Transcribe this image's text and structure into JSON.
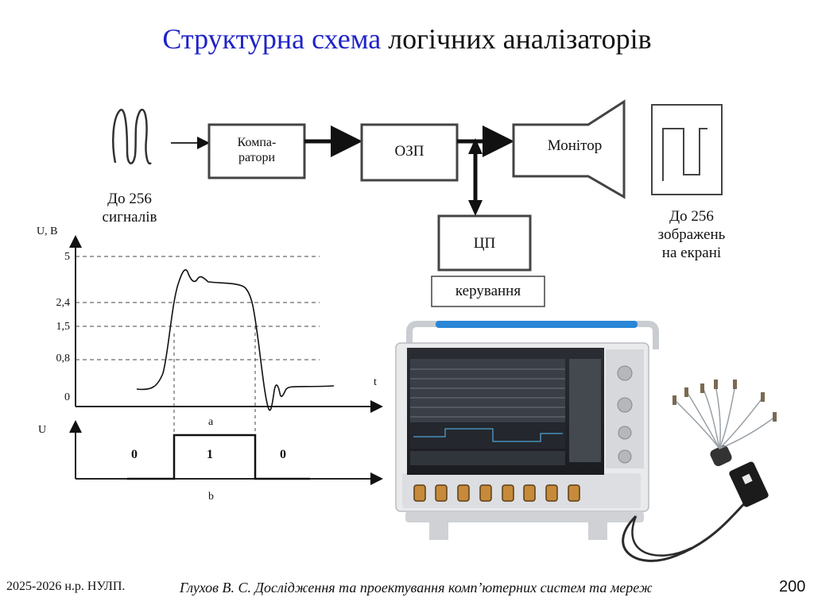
{
  "slide": {
    "title_part1": "Структурна схема",
    "title_part2": "логічних аналізаторів",
    "page_number": "200"
  },
  "block_diagram": {
    "inputs_caption": [
      "До 256",
      "сигналів"
    ],
    "comparators": [
      "Компа-",
      "ратори"
    ],
    "ram": "ОЗП",
    "monitor": "Монітор",
    "cpu": "ЦП",
    "control": "керування",
    "screen_caption": [
      "До 256",
      "зображень",
      "на екрані"
    ]
  },
  "waveform": {
    "y_axis_label": "U, В",
    "y_ticks": [
      "5",
      "2,4",
      "1,5",
      "0,8",
      "0"
    ],
    "x_axis_label": "t",
    "caption_a": "a",
    "lower_y_label": "U",
    "logic_levels": [
      "0",
      "1",
      "0"
    ],
    "caption_b": "b"
  },
  "footer": {
    "academic_year": "2025-2026 н.р. НУЛП.",
    "course": "Глухов В. С. Дослідження та проектування комп’ютерних систем та мереж"
  },
  "colors": {
    "title_accent": "#1f23c8",
    "screen": "#2a2d33",
    "probe": "#1b1b1b"
  }
}
